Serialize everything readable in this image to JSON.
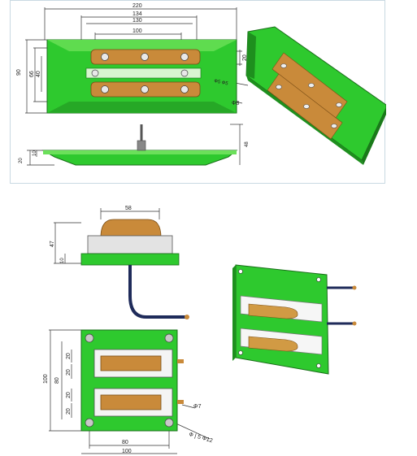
{
  "colors": {
    "green": "#2ec92e",
    "green_dark": "#1e8f1e",
    "green_light": "#66dd55",
    "copper": "#c98a3a",
    "copper_dark": "#8a5a1c",
    "white_block": "#f4f4f4",
    "gray_block": "#cfcfcf",
    "wire": "#1f2b5a",
    "dim_line": "#333333"
  },
  "top": {
    "dims": {
      "w220": "220",
      "w134": "134",
      "w130": "130",
      "w100": "100",
      "h90": "90",
      "h66": "66",
      "h40": "40",
      "h20": "20",
      "slot_label": "Ф5 Ф5",
      "hole_label": "Ф8",
      "side_20": "20",
      "side_10": "10",
      "side_48": "48"
    }
  },
  "bottom": {
    "dims": {
      "w58": "58",
      "h47": "47",
      "h10": "10",
      "v100": "100",
      "v80": "80",
      "v20a": "20",
      "v20b": "20",
      "v20c": "20",
      "v20d": "20",
      "phi7": "Φ7",
      "hole_label": "Ф | 5 Ф12",
      "w80": "80",
      "w100": "100"
    }
  }
}
